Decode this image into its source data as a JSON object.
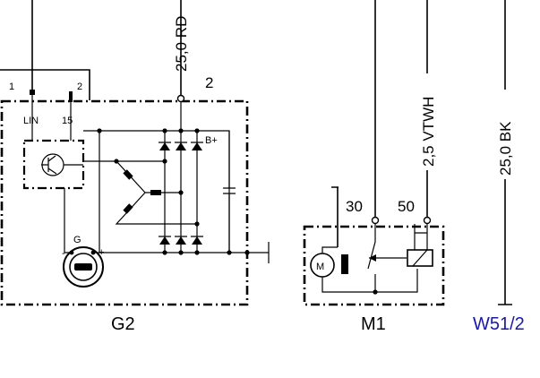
{
  "colors": {
    "wire": "#000000",
    "ref_link": "#1a1aa6",
    "background": "#ffffff"
  },
  "wires": {
    "g2_battery": "25,0 RD",
    "m1_terminal_50": "2,5 VTWH",
    "ground": "25,0 BK"
  },
  "g2": {
    "designation": "G2",
    "terminal_b": "2",
    "pin_1": "1",
    "pin_2": "2",
    "pin_lin": "LIN",
    "pin_15": "15",
    "b_plus": "B+",
    "generator_label": "G",
    "minus_sign": "-",
    "plus_sign": "+"
  },
  "m1": {
    "designation": "M1",
    "terminal_30": "30",
    "terminal_50": "50",
    "motor_label": "M"
  },
  "reference": "W51/2"
}
